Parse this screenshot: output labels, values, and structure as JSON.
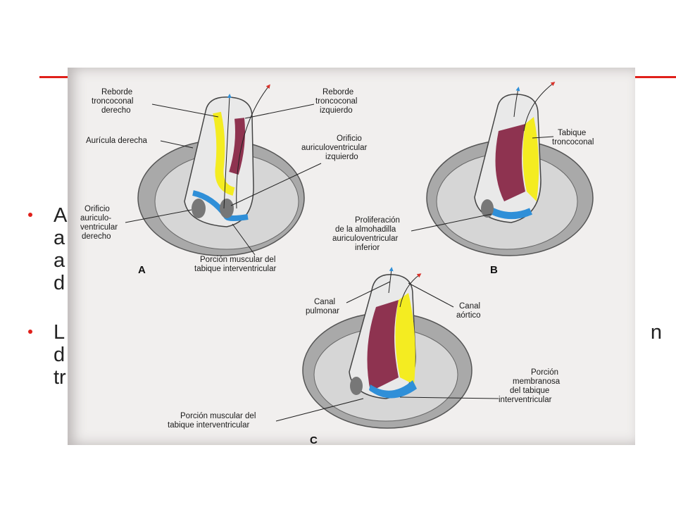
{
  "slide": {
    "accent_color": "#e0201a",
    "bullets": [
      {
        "fragments": [
          "A",
          "a",
          "a",
          "d"
        ]
      },
      {
        "fragments": [
          "L",
          "d",
          "tr"
        ],
        "right_fragment": "n"
      }
    ]
  },
  "figure": {
    "colors": {
      "blue": "#2f8fd8",
      "red": "#d9332b",
      "yellow": "#f4ec21",
      "maroon": "#8e3350",
      "gray": "#bdbdbd"
    },
    "panels": [
      {
        "letter": "A",
        "labels": [
          {
            "id": "a1",
            "text": "Reborde troncoconal derecho"
          },
          {
            "id": "a2",
            "text": "Reborde troncoconal izquierdo"
          },
          {
            "id": "a3",
            "text": "Aurícula derecha"
          },
          {
            "id": "a4",
            "text": "Orificio auriculoventricular izquierdo"
          },
          {
            "id": "a5",
            "text": "Orificio auriculo-ventricular derecho"
          },
          {
            "id": "a6",
            "text": "Porción muscular del tabique interventricular"
          }
        ]
      },
      {
        "letter": "B",
        "labels": [
          {
            "id": "b1",
            "text": "Tabique troncoconal"
          },
          {
            "id": "b2",
            "text": "Proliferación de la almohadilla auriculoventricular inferior"
          }
        ]
      },
      {
        "letter": "C",
        "labels": [
          {
            "id": "c1",
            "text": "Canal pulmonar"
          },
          {
            "id": "c2",
            "text": "Canal aórtico"
          },
          {
            "id": "c3",
            "text": "Porción membranosa del tabique interventricular"
          },
          {
            "id": "c4",
            "text": "Porción muscular del tabique interventricular"
          }
        ]
      }
    ]
  }
}
